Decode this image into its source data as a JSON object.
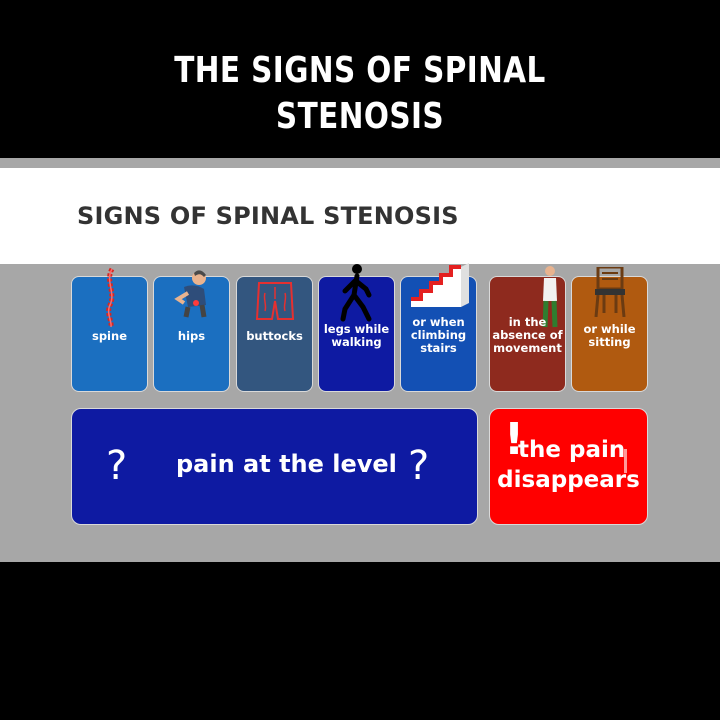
{
  "header": {
    "title_line1": "THE SIGNS OF SPINAL",
    "title_line2": "STENOSIS"
  },
  "slide": {
    "banner_title": "SIGNS OF SPINAL STENOSIS",
    "cards": [
      {
        "label": "spine",
        "color": "#1b6fc0",
        "icon": "spine-icon"
      },
      {
        "label": "hips",
        "color": "#1b6fc0",
        "icon": "person-holding-hips-icon"
      },
      {
        "label": "buttocks",
        "color": "#33567f",
        "icon": "buttocks-icon"
      },
      {
        "label_lines": [
          "legs while",
          "walking"
        ],
        "color": "#0e1aa2",
        "icon": "walking-person-icon"
      },
      {
        "label_lines": [
          "or when",
          "climbing",
          "stairs"
        ],
        "color": "#1350b4",
        "icon": "stairs-icon"
      },
      {
        "label_lines": [
          "in the",
          "absence of",
          "movement"
        ],
        "color": "#8e2a1e",
        "icon": "standing-person-icon"
      },
      {
        "label_lines": [
          "or while",
          "sitting"
        ],
        "color": "#b05a10",
        "icon": "chair-icon"
      }
    ],
    "pain_box": {
      "text": "pain at the level",
      "mark_left": "?",
      "mark_right": "?",
      "color": "#0e1aa2"
    },
    "relief_box": {
      "line1": "the pain",
      "line2": "disappears",
      "mark": "!",
      "color": "#ff0000"
    }
  }
}
